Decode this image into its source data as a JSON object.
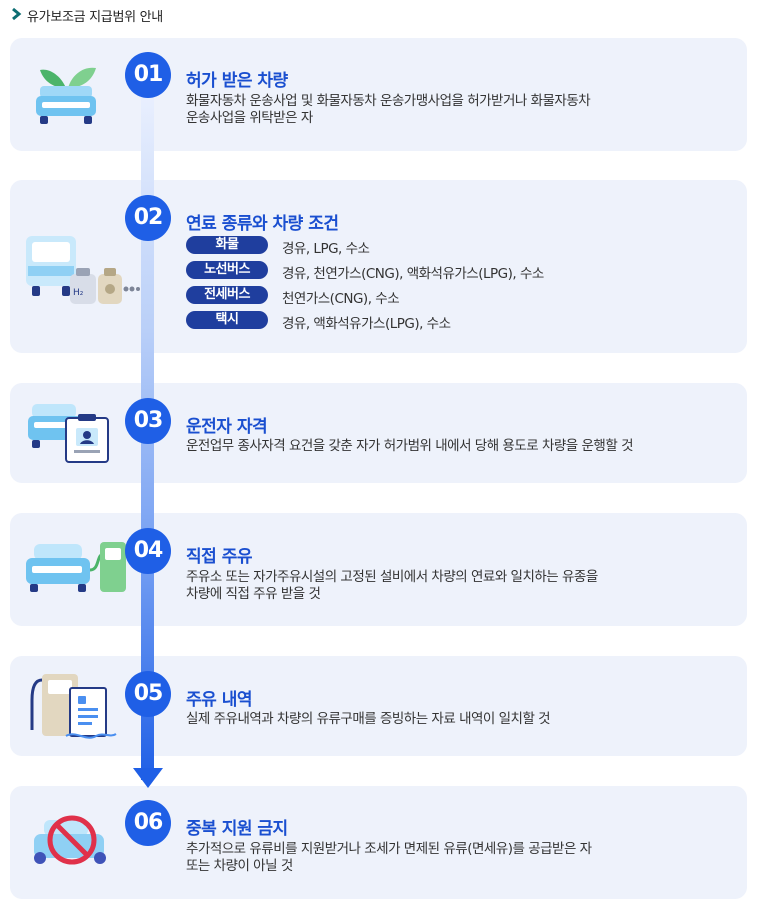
{
  "header": {
    "title": "유가보조금 지급범위 안내"
  },
  "steps": [
    {
      "num": "01",
      "title": "허가 받은 차량",
      "lines": [
        "화물자동차 운송사업 및 화물자동차 운송가맹사업을 허가받거나 화물자동차",
        "운송사업을 위탁받은 자"
      ]
    },
    {
      "num": "02",
      "title": "연료 종류와 차량 조건",
      "fuel_rows": [
        {
          "vehicle": "화물",
          "fuels": "경유, LPG, 수소"
        },
        {
          "vehicle": "노선버스",
          "fuels": "경유, 천연가스(CNG), 액화석유가스(LPG), 수소"
        },
        {
          "vehicle": "전세버스",
          "fuels": "천연가스(CNG), 수소"
        },
        {
          "vehicle": "택시",
          "fuels": "경유, 액화석유가스(LPG), 수소"
        }
      ],
      "h2_label": "H₂"
    },
    {
      "num": "03",
      "title": "운전자 자격",
      "lines": [
        "운전업무 종사자격 요건을 갖춘 자가 허가범위 내에서 당해 용도로 차량을 운행할 것"
      ]
    },
    {
      "num": "04",
      "title": "직접 주유",
      "lines": [
        "주유소 또는 자가주유시설의 고정된 설비에서 차량의 연료와 일치하는 유종을",
        "차량에 직접 주유 받을 것"
      ]
    },
    {
      "num": "05",
      "title": "주유 내역",
      "lines": [
        "실제 주유내역과 차량의 유류구매를 증빙하는 자료 내역이 일치할 것"
      ]
    },
    {
      "num": "06",
      "title": "중복 지원 금지",
      "lines": [
        "추가적으로 유류비를 지원받거나 조세가 면제된 유류(면세유)를 공급받은 자",
        "또는 차량이 아닐 것"
      ]
    }
  ],
  "colors": {
    "accent": "#1f5fe6",
    "pill": "#1f3e9e",
    "card": "#eef2fb",
    "title": "#1a4fd0"
  }
}
